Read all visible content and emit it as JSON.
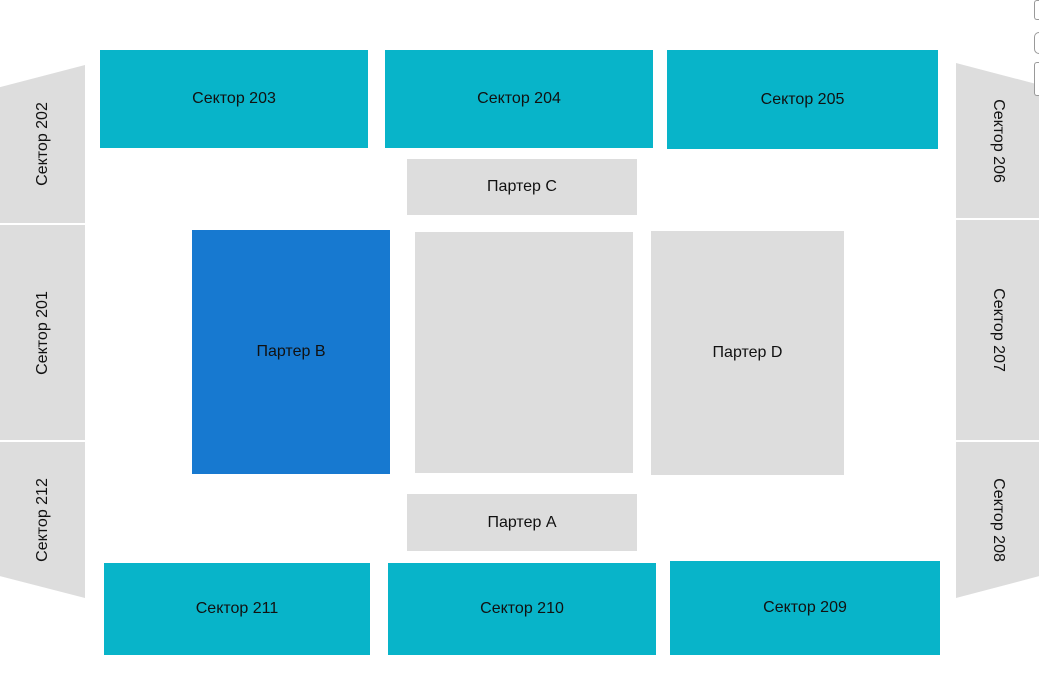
{
  "colors": {
    "sector_available": "#08b4c9",
    "parter_default": "#dddddd",
    "parter_selected": "#1779d0",
    "side_sector": "#dddddd"
  },
  "sectors_top": [
    {
      "id": "203",
      "label": "Сектор 203"
    },
    {
      "id": "204",
      "label": "Сектор 204"
    },
    {
      "id": "205",
      "label": "Сектор 205"
    }
  ],
  "sectors_bottom": [
    {
      "id": "211",
      "label": "Сектор 211"
    },
    {
      "id": "210",
      "label": "Сектор 210"
    },
    {
      "id": "209",
      "label": "Сектор 209"
    }
  ],
  "sectors_left": [
    {
      "id": "202",
      "label": "Сектор 202"
    },
    {
      "id": "201",
      "label": "Сектор 201"
    },
    {
      "id": "212",
      "label": "Сектор 212"
    }
  ],
  "sectors_right": [
    {
      "id": "206",
      "label": "Сектор 206"
    },
    {
      "id": "207",
      "label": "Сектор 207"
    },
    {
      "id": "208",
      "label": "Сектор 208"
    }
  ],
  "parter": {
    "c": {
      "label": "Партер C"
    },
    "b": {
      "label": "Партер B",
      "selected": true
    },
    "d": {
      "label": "Партер D"
    },
    "a": {
      "label": "Партер A"
    },
    "center": {
      "label": ""
    }
  }
}
